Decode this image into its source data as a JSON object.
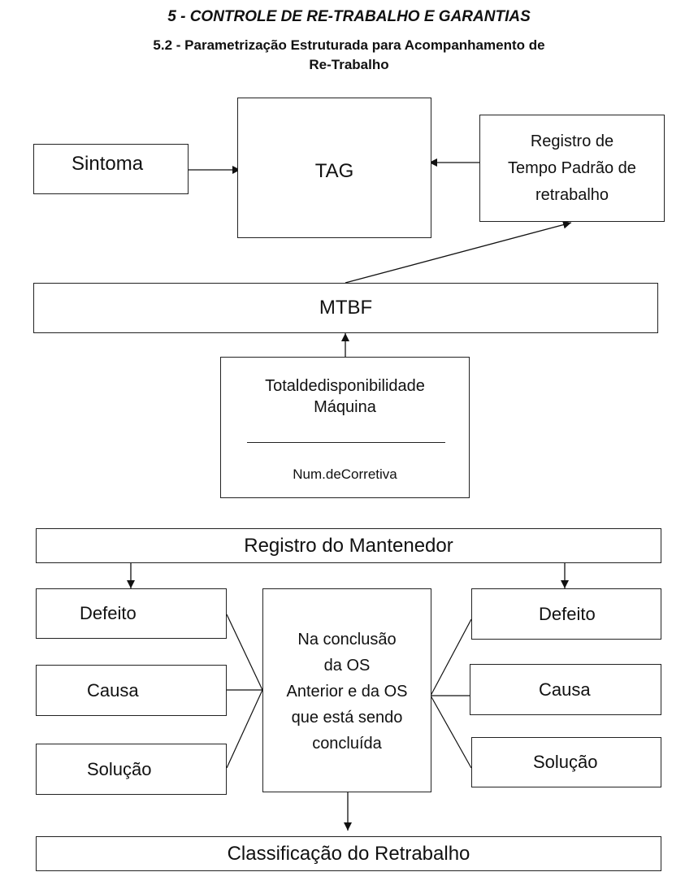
{
  "header": {
    "title": "5 - CONTROLE DE RE-TRABALHO E GARANTIAS",
    "subtitle_line1": "5.2 - Parametrização Estruturada para Acompanhamento de",
    "subtitle_line2": "Re-Trabalho"
  },
  "diagram": {
    "sintoma": "Sintoma",
    "tag": "TAG",
    "registro_tempo": [
      "Registro de",
      "Tempo Padrão de",
      "retrabalho"
    ],
    "mtbf": "MTBF",
    "fraction": {
      "numerator": [
        "Totaldedisponibilidade",
        "Máquina"
      ],
      "denominator": "Num.deCorretiva"
    },
    "registro_mantenedor": "Registro do Mantenedor",
    "left_column": [
      "Defeito",
      "Causa",
      "Solução"
    ],
    "right_column": [
      "Defeito",
      "Causa",
      "Solução"
    ],
    "center": [
      "Na conclusão",
      "da OS",
      "Anterior e da OS",
      "que está sendo",
      "concluída"
    ],
    "classificacao": "Classificação do Retrabalho"
  }
}
